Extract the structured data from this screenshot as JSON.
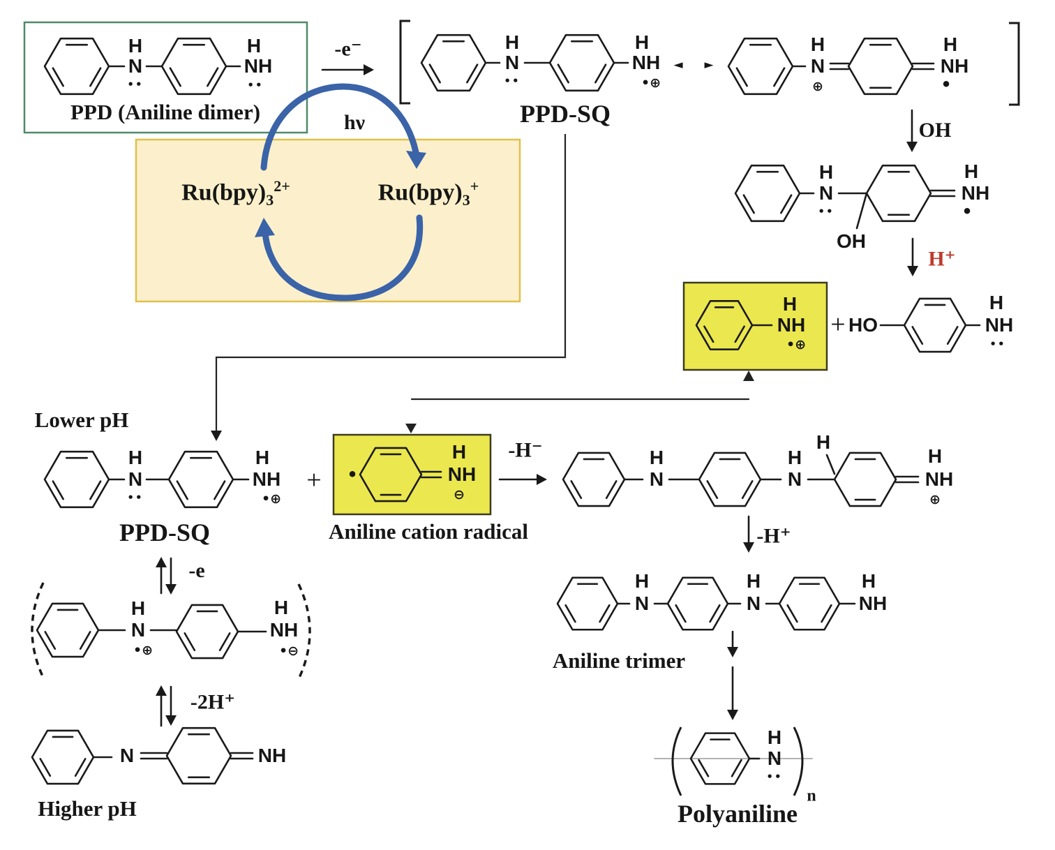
{
  "title": "Photocatalytic aniline dimer (PPD) oxidative polymerization reaction scheme",
  "sym": {
    "N": "N",
    "NH": "NH",
    "H": "H",
    "OH": "OH",
    "HO": "HO",
    "lone_pair": "••",
    "radical": "•",
    "radical_cation": "•⊕",
    "cation": "⊕",
    "anion": "⊖",
    "radical_anion": "•⊖",
    "resonance_left": "◄",
    "resonance_right": "►"
  },
  "labels": {
    "ppd_caption": "PPD (Aniline dimer)",
    "ppdsq_top": "PPD-SQ",
    "ppdsq_mid": "PPD-SQ",
    "minus_e_top": "-e⁻",
    "hnu": "hν",
    "oh_step": "OH",
    "h_plus_step": "H⁺",
    "minus_h_minus": "-H⁻",
    "minus_h_plus": "-H⁺",
    "minus_e": "-e",
    "minus_2h_plus": "-2H⁺",
    "lower_ph": "Lower pH",
    "higher_ph": "Higher pH",
    "aniline_cation_radical": "Aniline cation radical",
    "aniline_trimer": "Aniline trimer",
    "polyaniline": "Polyaniline",
    "poly_sub_n": "n",
    "plus": "+"
  },
  "ru_cycle": {
    "left": {
      "base": "Ru(bpy)",
      "sub": "3",
      "sup": "2+"
    },
    "right": {
      "base": "Ru(bpy)",
      "sub": "3",
      "sup": "+"
    }
  },
  "colors": {
    "highlight_yellow": "#ebe74e",
    "highlight_border": "#3c3c20",
    "ru_box_fill": "#fbf0cb",
    "ru_box_border": "#e0c04a",
    "green_box_border": "#4f8a68",
    "cycle_arrow_blue": "#3a63a8",
    "h_plus_red": "#c0392b",
    "bond_black": "#1a1a1a",
    "faint_gray": "#b3b3b3"
  }
}
